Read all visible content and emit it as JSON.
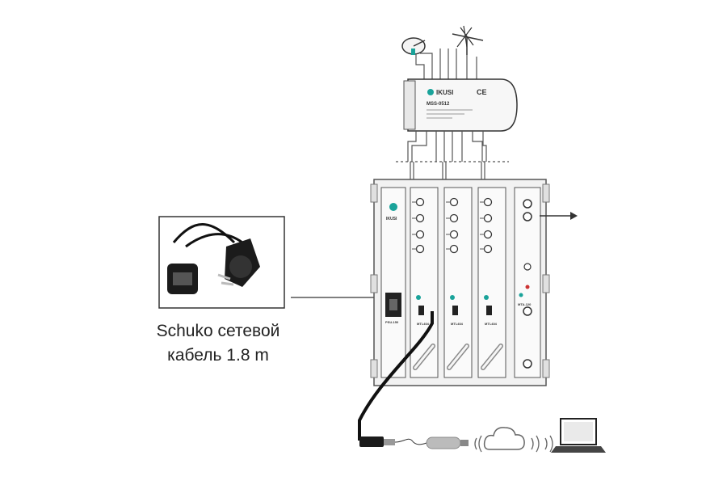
{
  "cable_caption": {
    "line1": "Schuko сетевой",
    "line2": "кабель 1.8 m"
  },
  "multiswitch": {
    "brand": "IKUSI",
    "model": "MSS-0512",
    "ce_mark": "CE"
  },
  "headend": {
    "brand": "IKUSI",
    "modules": [
      "PSU-150",
      "MTI-404",
      "MTI-404",
      "MTI-404",
      "MTA-120"
    ]
  },
  "colors": {
    "line": "#333333",
    "accent": "#1aa39a",
    "panel": "#f2f2f2"
  },
  "icons": [
    "satellite-dish-icon",
    "terrestrial-antenna-icon",
    "usb-dongle-icon",
    "wireless-signal-icon",
    "cloud-icon",
    "laptop-icon",
    "power-plug-icon",
    "output-arrow-icon"
  ]
}
